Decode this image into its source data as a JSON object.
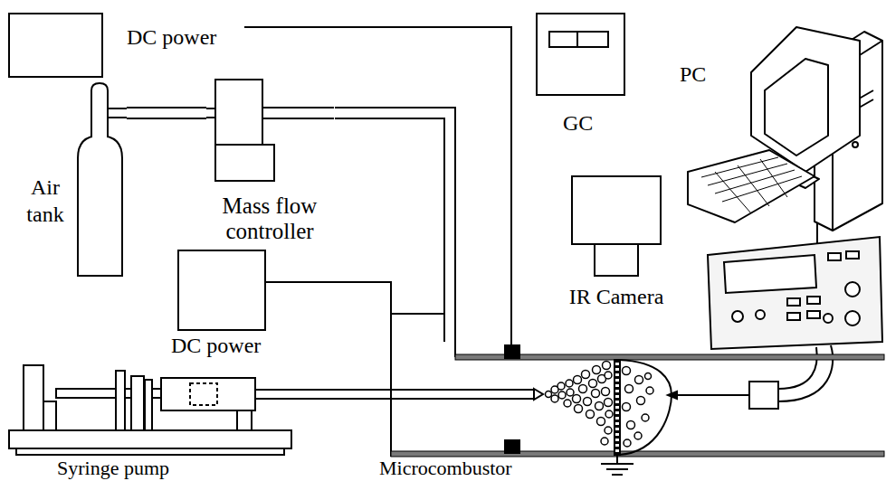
{
  "diagram": {
    "nodes": [
      {
        "text": [
          "DC power"
        ]
      },
      {
        "text": [
          "Air tank"
        ]
      },
      {
        "text": [
          "Mass flow controller"
        ]
      },
      {
        "text": [
          "GC"
        ]
      },
      {
        "text": [
          "PC"
        ]
      },
      {
        "text": [
          "IR Camera"
        ]
      },
      {
        "text": [
          "DC power"
        ]
      },
      {
        "text": [
          "Syringe pump"
        ]
      },
      {
        "text": [
          "Microcombustor"
        ]
      }
    ],
    "edges": [
      {
        "from": 0,
        "to": 8,
        "arrow": "none"
      },
      {
        "from": 1,
        "to": 2,
        "arrow": "none"
      },
      {
        "from": 2,
        "to": 8,
        "arrow": "none"
      },
      {
        "from": 6,
        "to": 8,
        "arrow": "none"
      },
      {
        "from": 7,
        "to": 8,
        "arrow": "none"
      }
    ]
  }
}
